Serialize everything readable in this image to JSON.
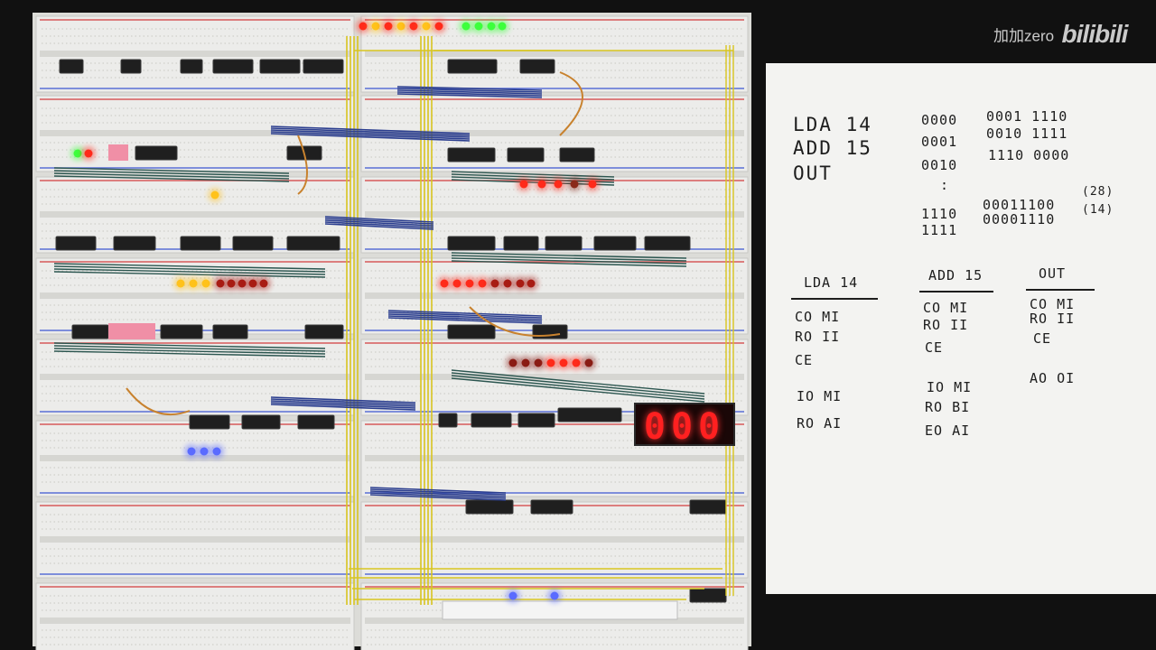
{
  "watermark": {
    "user": "加加zero",
    "brand": "bilibili"
  },
  "seven_segment": {
    "value": "000"
  },
  "notes": {
    "program": [
      "LDA 14",
      "ADD 15",
      "OUT"
    ],
    "memory": [
      {
        "addr": "0000",
        "val": "0001 1110"
      },
      {
        "addr": "0001",
        "val": "0010 1111"
      },
      {
        "addr": "0010",
        "val": "1110 0000"
      },
      {
        "addr": "1110",
        "val": "00011100",
        "note": "(28)"
      },
      {
        "addr": "1111",
        "val": "00001110",
        "note": "(14)"
      }
    ],
    "dots": ":",
    "microcode": [
      {
        "title": "LDA 14",
        "fetch": [
          "CO  MI",
          "RO  II",
          "CE"
        ],
        "exec": [
          "IO  MI",
          "RO  AI"
        ]
      },
      {
        "title": "ADD 15",
        "fetch": [
          "CO  MI",
          "RO  II",
          "CE"
        ],
        "exec": [
          "IO  MI",
          "RO  BI",
          "EO  AI"
        ]
      },
      {
        "title": "OUT",
        "fetch": [
          "CO  MI",
          "RO  II",
          "CE"
        ],
        "exec": [
          "AO  OI"
        ]
      }
    ]
  },
  "colors": {
    "led_red": "#ff2a1a",
    "led_yellow": "#ffc21a",
    "led_green": "#3cff3c",
    "led_blue": "#5a6bff",
    "wire_yellow": "#d8c51f",
    "wire_blue": "#2b3e8f",
    "wire_dark": "#2c5650"
  }
}
